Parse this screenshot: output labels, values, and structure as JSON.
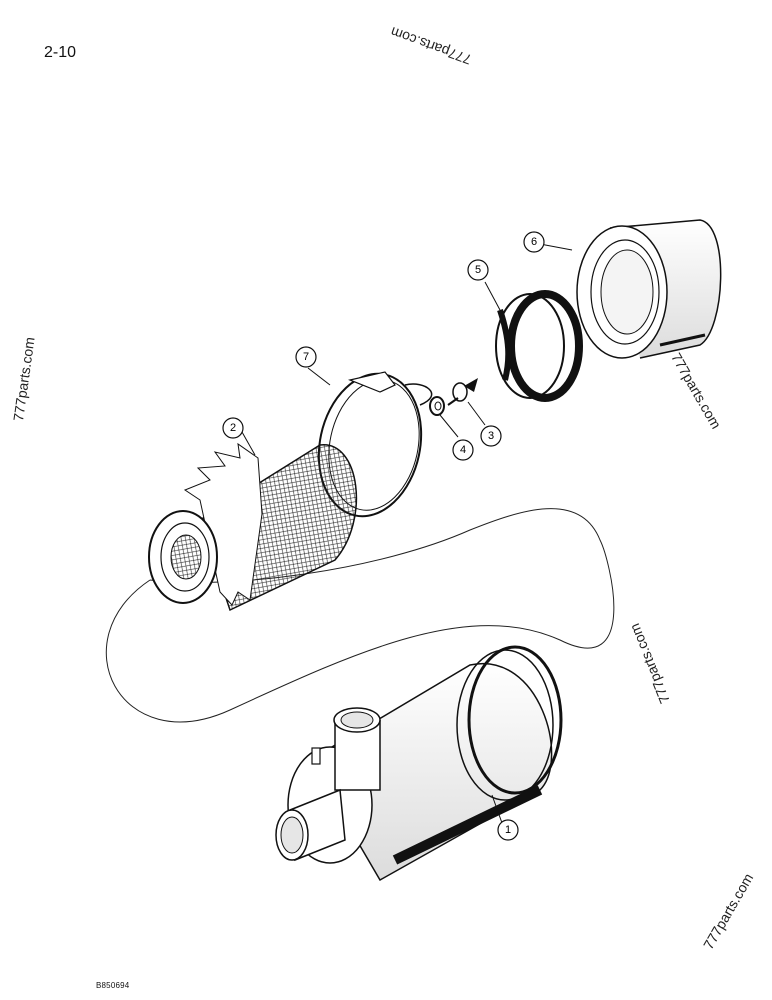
{
  "page": {
    "number": "2-10",
    "drawing_id": "B850694"
  },
  "watermarks": [
    "777parts.com",
    "777parts.com",
    "777parts.com",
    "777parts.com",
    "777parts.com"
  ],
  "callouts": {
    "c1": "1",
    "c2": "2",
    "c3": "3",
    "c4": "4",
    "c5": "5",
    "c6": "6",
    "c7": "7"
  },
  "colors": {
    "ink": "#111111",
    "paper": "#ffffff"
  }
}
